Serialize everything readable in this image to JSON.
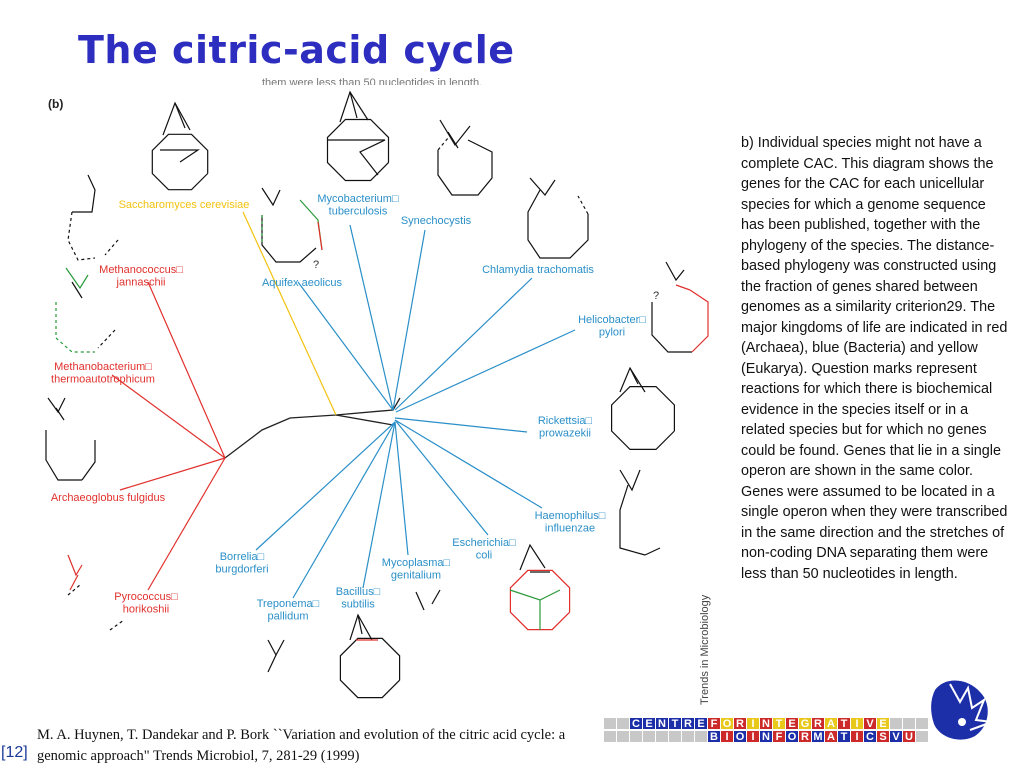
{
  "slide": {
    "title": "The citric-acid cycle",
    "panel_label": "(b)",
    "cropped_caption": "them were less than 50 nucleotides in length.",
    "caption": "b) Individual species might not have a complete CAC. This diagram shows the genes for the CAC for each unicellular species for which a genome sequence has been published, together with the phylogeny of the species. The distance-based phylogeny was constructed using the fraction of genes shared between genomes as a similarity criterion29. The major kingdoms of life are indicated in red (Archaea), blue (Bacteria) and yellow (Eukarya). Question marks represent reactions for which there is biochemical evidence in the species itself or in a related species but for which no genes could be found. Genes that lie in a single operon are shown in the same color. Genes were assumed to be located in a single operon when they were transcribed in the same direction and the stretches of non-coding DNA separating them were less than 50 nucleotides in length.",
    "citation": "M. A. Huynen, T. Dandekar and P. Bork ``Variation and evolution of the citric acid cycle: a genomic approach\" Trends Microbiol, 7, 281-29 (1999)",
    "page_number": "[12]"
  },
  "figure": {
    "journal_credit": "Trends in Microbiology",
    "question_mark": "?",
    "colors": {
      "archaea": "#e0312d",
      "bacteria": "#2a8fc8",
      "eukarya": "#f2c20f",
      "trunk": "#222222",
      "operon_green": "#2a9a3a"
    },
    "species": [
      {
        "id": "saccharomyces",
        "kingdom": "eukarya",
        "lines": [
          "Saccharomyces cerevisiae"
        ]
      },
      {
        "id": "mycobacterium",
        "kingdom": "bacteria",
        "lines": [
          "Mycobacterium□",
          "tuberculosis"
        ]
      },
      {
        "id": "synechocystis",
        "kingdom": "bacteria",
        "lines": [
          "Synechocystis"
        ]
      },
      {
        "id": "aquifex",
        "kingdom": "bacteria",
        "lines": [
          "Aquifex aeolicus"
        ]
      },
      {
        "id": "chlamydia",
        "kingdom": "bacteria",
        "lines": [
          "Chlamydia trachomatis"
        ]
      },
      {
        "id": "helicobacter",
        "kingdom": "bacteria",
        "lines": [
          "Helicobacter□",
          "pylori"
        ]
      },
      {
        "id": "rickettsia",
        "kingdom": "bacteria",
        "lines": [
          "Rickettsia□",
          "prowazekii"
        ]
      },
      {
        "id": "haemophilus",
        "kingdom": "bacteria",
        "lines": [
          "Haemophilus□",
          "influenzae"
        ]
      },
      {
        "id": "escherichia",
        "kingdom": "bacteria",
        "lines": [
          "Escherichia□",
          "coli"
        ]
      },
      {
        "id": "mycoplasma",
        "kingdom": "bacteria",
        "lines": [
          "Mycoplasma□",
          "genitalium"
        ]
      },
      {
        "id": "bacillus",
        "kingdom": "bacteria",
        "lines": [
          "Bacillus□",
          "subtilis"
        ]
      },
      {
        "id": "treponema",
        "kingdom": "bacteria",
        "lines": [
          "Treponema□",
          "pallidum"
        ]
      },
      {
        "id": "borrelia",
        "kingdom": "bacteria",
        "lines": [
          "Borrelia□",
          "burgdorferi"
        ]
      },
      {
        "id": "methanococcus",
        "kingdom": "archaea",
        "lines": [
          "Methanococcus□",
          "jannaschii"
        ]
      },
      {
        "id": "methanobacterium",
        "kingdom": "archaea",
        "lines": [
          "Methanobacterium□",
          "thermoautotrophicum"
        ]
      },
      {
        "id": "archaeoglobus",
        "kingdom": "archaea",
        "lines": [
          "Archaeoglobus fulgidus"
        ]
      },
      {
        "id": "pyrococcus",
        "kingdom": "archaea",
        "lines": [
          "Pyrococcus□",
          "horikoshii"
        ]
      }
    ]
  },
  "logo": {
    "row1": [
      "C",
      "E",
      "N",
      "T",
      "R",
      "E",
      "F",
      "O",
      "R",
      "I",
      "N",
      "T",
      "E",
      "G",
      "R",
      "A",
      "T",
      "I",
      "V",
      "E"
    ],
    "row2": [
      "B",
      "I",
      "O",
      "I",
      "N",
      "F",
      "O",
      "R",
      "M",
      "A",
      "T",
      "I",
      "C",
      "S",
      "V",
      "U"
    ],
    "colors": {
      "blue": "#1c2fa8",
      "red": "#cc2a2a",
      "yellow": "#e8c81a",
      "grey": "#c8c8c8"
    }
  }
}
